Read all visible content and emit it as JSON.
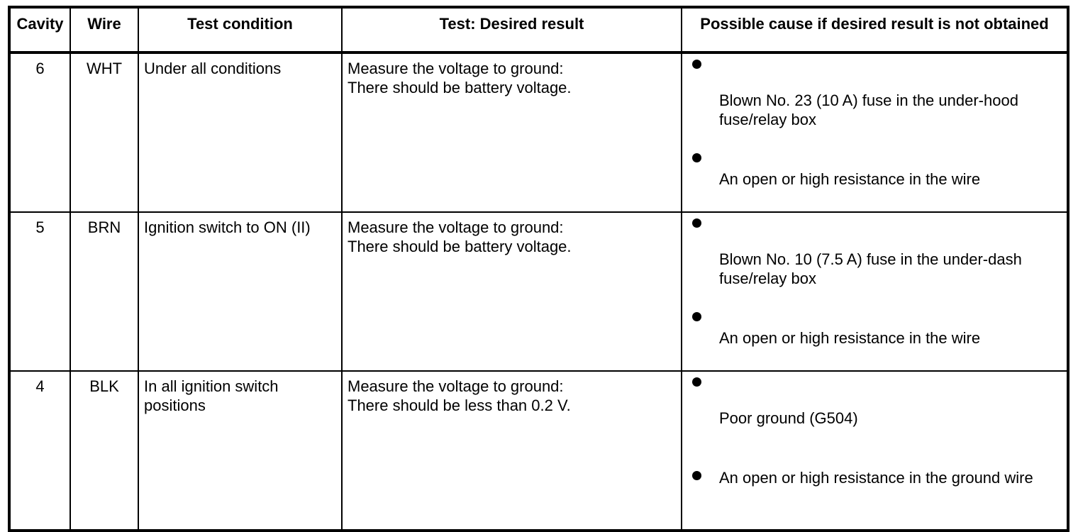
{
  "table": {
    "headers": [
      "Cavity",
      "Wire",
      "Test condition",
      "Test: Desired result",
      "Possible cause if desired result is not obtained"
    ],
    "rows": [
      {
        "cavity": "6",
        "wire": "WHT",
        "test_condition": "Under all conditions",
        "test_desired_result": "Measure the voltage to ground:\nThere should be battery voltage.",
        "possible_causes": [
          "Blown No. 23 (10 A) fuse in the under-hood fuse/relay box",
          "An open or high resistance in the wire"
        ]
      },
      {
        "cavity": "5",
        "wire": "BRN",
        "test_condition": "Ignition switch to ON (II)",
        "test_desired_result": "Measure the voltage to ground:\nThere should be battery voltage.",
        "possible_causes": [
          "Blown No. 10 (7.5 A) fuse in the under-dash fuse/relay box",
          "An open or high resistance in the wire"
        ]
      },
      {
        "cavity": "4",
        "wire": "BLK",
        "test_condition": "In all ignition switch positions",
        "test_desired_result": "Measure the voltage to ground:\nThere should be less than 0.2 V.",
        "possible_causes": [
          "Poor ground (G504)",
          "An open or high resistance in the ground wire"
        ]
      }
    ]
  },
  "colors": {
    "border": "#000000",
    "background": "#ffffff",
    "text": "#000000",
    "bullet": "#000000"
  }
}
